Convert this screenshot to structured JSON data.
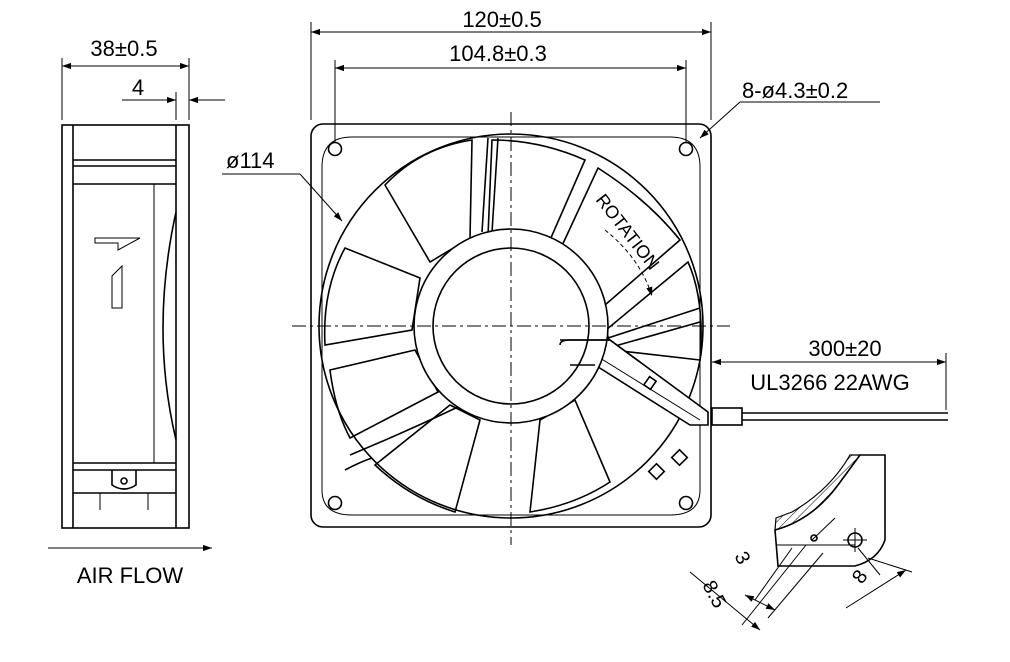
{
  "dimensions": {
    "overall_width": "120±0.5",
    "hole_spacing": "104.8±0.3",
    "mount_holes": "8-ø4.3±0.2",
    "diameter": "ø114",
    "depth": "38±0.5",
    "flange": "4",
    "lead_length": "300±20",
    "wire_spec": "UL3266  22AWG",
    "detail_a": "8.5",
    "detail_b": "3",
    "detail_c": "8"
  },
  "labels": {
    "rotation": "ROTATION",
    "air_flow": "AIR FLOW"
  }
}
